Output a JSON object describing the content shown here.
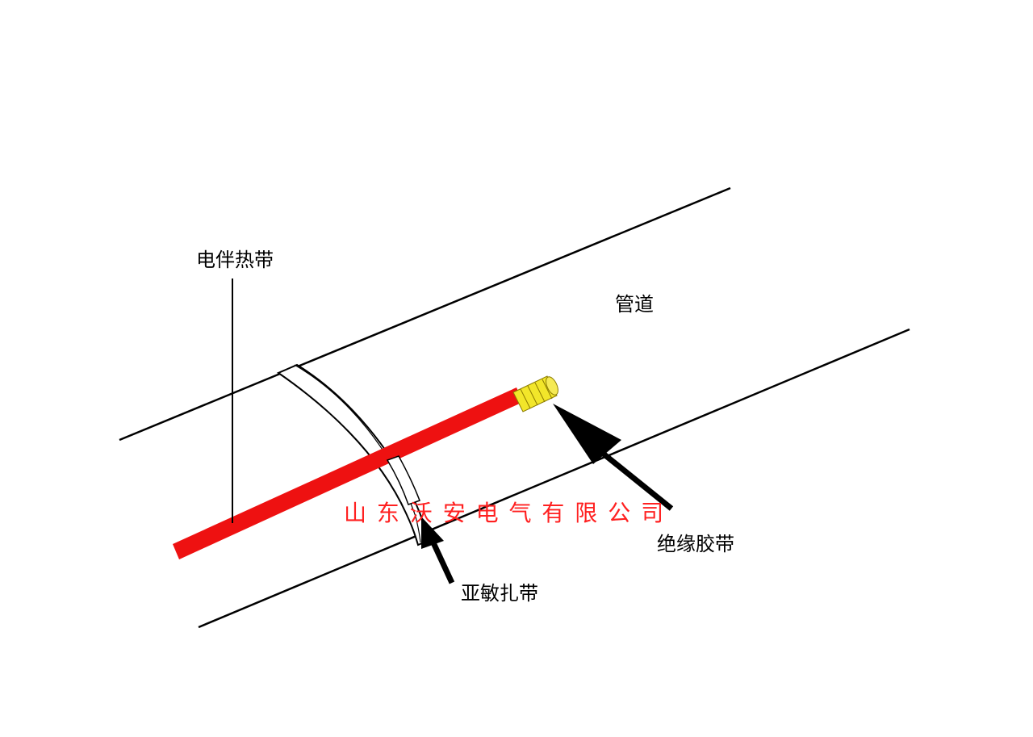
{
  "labels": {
    "heating_cable": "电伴热带",
    "pipe": "管道",
    "insulation_tape": "绝缘胶带",
    "cable_tie": "亚敏扎带"
  },
  "watermark": "山 东 沃 安 电 气 有 限 公 司",
  "colors": {
    "background": "#ffffff",
    "pipe_outline": "#000000",
    "heating_cable": "#ee1111",
    "insulation_tape": "#f2e62a",
    "watermark": "#ff2020",
    "arrow": "#000000"
  }
}
